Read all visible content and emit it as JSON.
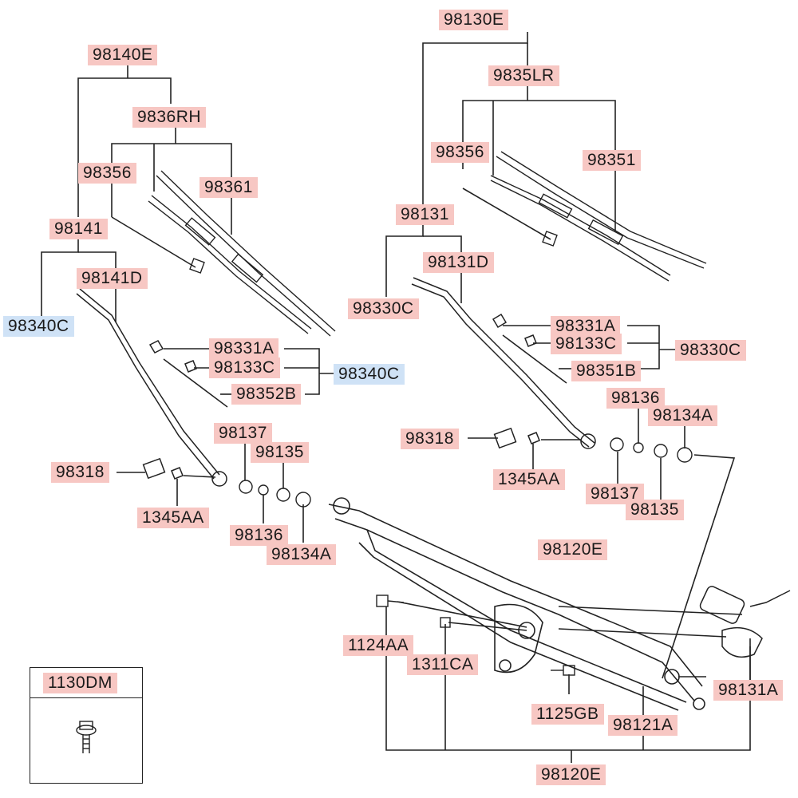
{
  "labels": {
    "l_98130E": "98130E",
    "l_9835LR": "9835LR",
    "l_98356_r": "98356",
    "l_98351": "98351",
    "l_98131": "98131",
    "l_98131D": "98131D",
    "l_98330C_left": "98330C",
    "l_98331A_r": "98331A",
    "l_98133C_r": "98133C",
    "l_98330C_right": "98330C",
    "l_98351B": "98351B",
    "l_98136_r": "98136",
    "l_98134A_r": "98134A",
    "l_98318_r": "98318",
    "l_1345AA_r": "1345AA",
    "l_98137_r": "98137",
    "l_98135_r": "98135",
    "l_98120E_mid": "98120E",
    "l_98140E": "98140E",
    "l_9836RH": "9836RH",
    "l_98356_l": "98356",
    "l_98361": "98361",
    "l_98141": "98141",
    "l_98141D": "98141D",
    "l_98340C_left": "98340C",
    "l_98331A_l": "98331A",
    "l_98133C_l": "98133C",
    "l_98340C_right": "98340C",
    "l_98352B": "98352B",
    "l_98137_l": "98137",
    "l_98135_l": "98135",
    "l_98318_l": "98318",
    "l_1345AA_l": "1345AA",
    "l_98136_l": "98136",
    "l_98134A_l": "98134A",
    "l_1124AA": "1124AA",
    "l_1311CA": "1311CA",
    "l_1125GB": "1125GB",
    "l_98121A": "98121A",
    "l_98131A": "98131A",
    "l_98120E_bottom": "98120E",
    "l_1130DM": "1130DM"
  },
  "colors": {
    "part_label_bg": "#f7c7c3",
    "reference_label_bg": "#cfe2f6",
    "line": "#222222"
  }
}
